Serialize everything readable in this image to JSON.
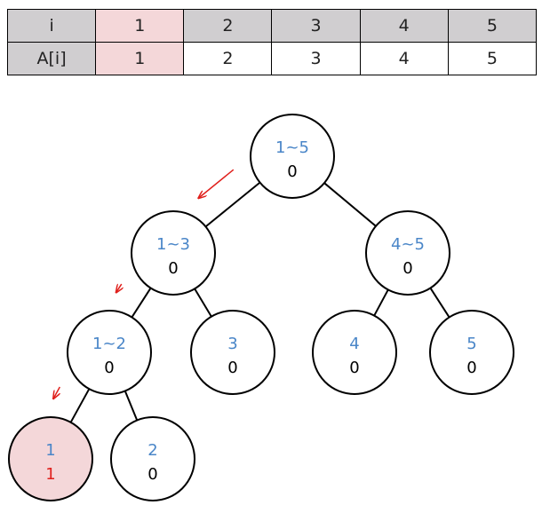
{
  "colors": {
    "header_bg": "#d0ced0",
    "highlight_bg": "#f4d7d9",
    "range_text": "#4a86c8",
    "value_text": "#000000",
    "highlight_value_text": "#e0201c",
    "arrow": "#e0201c",
    "edge": "#000000"
  },
  "table": {
    "index_label": "i",
    "value_label": "A[i]",
    "highlight_column": 0,
    "columns": [
      {
        "i": "1",
        "a": "1"
      },
      {
        "i": "2",
        "a": "2"
      },
      {
        "i": "3",
        "a": "3"
      },
      {
        "i": "4",
        "a": "4"
      },
      {
        "i": "5",
        "a": "5"
      }
    ]
  },
  "tree": {
    "nodes": [
      {
        "id": "n1-5",
        "range": "1~5",
        "value": "0",
        "highlight": false
      },
      {
        "id": "n1-3",
        "range": "1~3",
        "value": "0",
        "highlight": false
      },
      {
        "id": "n4-5",
        "range": "4~5",
        "value": "0",
        "highlight": false
      },
      {
        "id": "n1-2",
        "range": "1~2",
        "value": "0",
        "highlight": false
      },
      {
        "id": "n3",
        "range": "3",
        "value": "0",
        "highlight": false
      },
      {
        "id": "n4",
        "range": "4",
        "value": "0",
        "highlight": false
      },
      {
        "id": "n5",
        "range": "5",
        "value": "0",
        "highlight": false
      },
      {
        "id": "n1",
        "range": "1",
        "value": "1",
        "highlight": true
      },
      {
        "id": "n2",
        "range": "2",
        "value": "0",
        "highlight": false
      }
    ],
    "edges": [
      [
        "n1-5",
        "n1-3"
      ],
      [
        "n1-5",
        "n4-5"
      ],
      [
        "n1-3",
        "n1-2"
      ],
      [
        "n1-3",
        "n3"
      ],
      [
        "n4-5",
        "n4"
      ],
      [
        "n4-5",
        "n5"
      ],
      [
        "n1-2",
        "n1"
      ],
      [
        "n1-2",
        "n2"
      ]
    ],
    "arrows": [
      {
        "from": "n1-5",
        "to": "n1-3"
      },
      {
        "from": "n1-3",
        "to": "n1-2"
      },
      {
        "from": "n1-2",
        "to": "n1"
      }
    ]
  }
}
